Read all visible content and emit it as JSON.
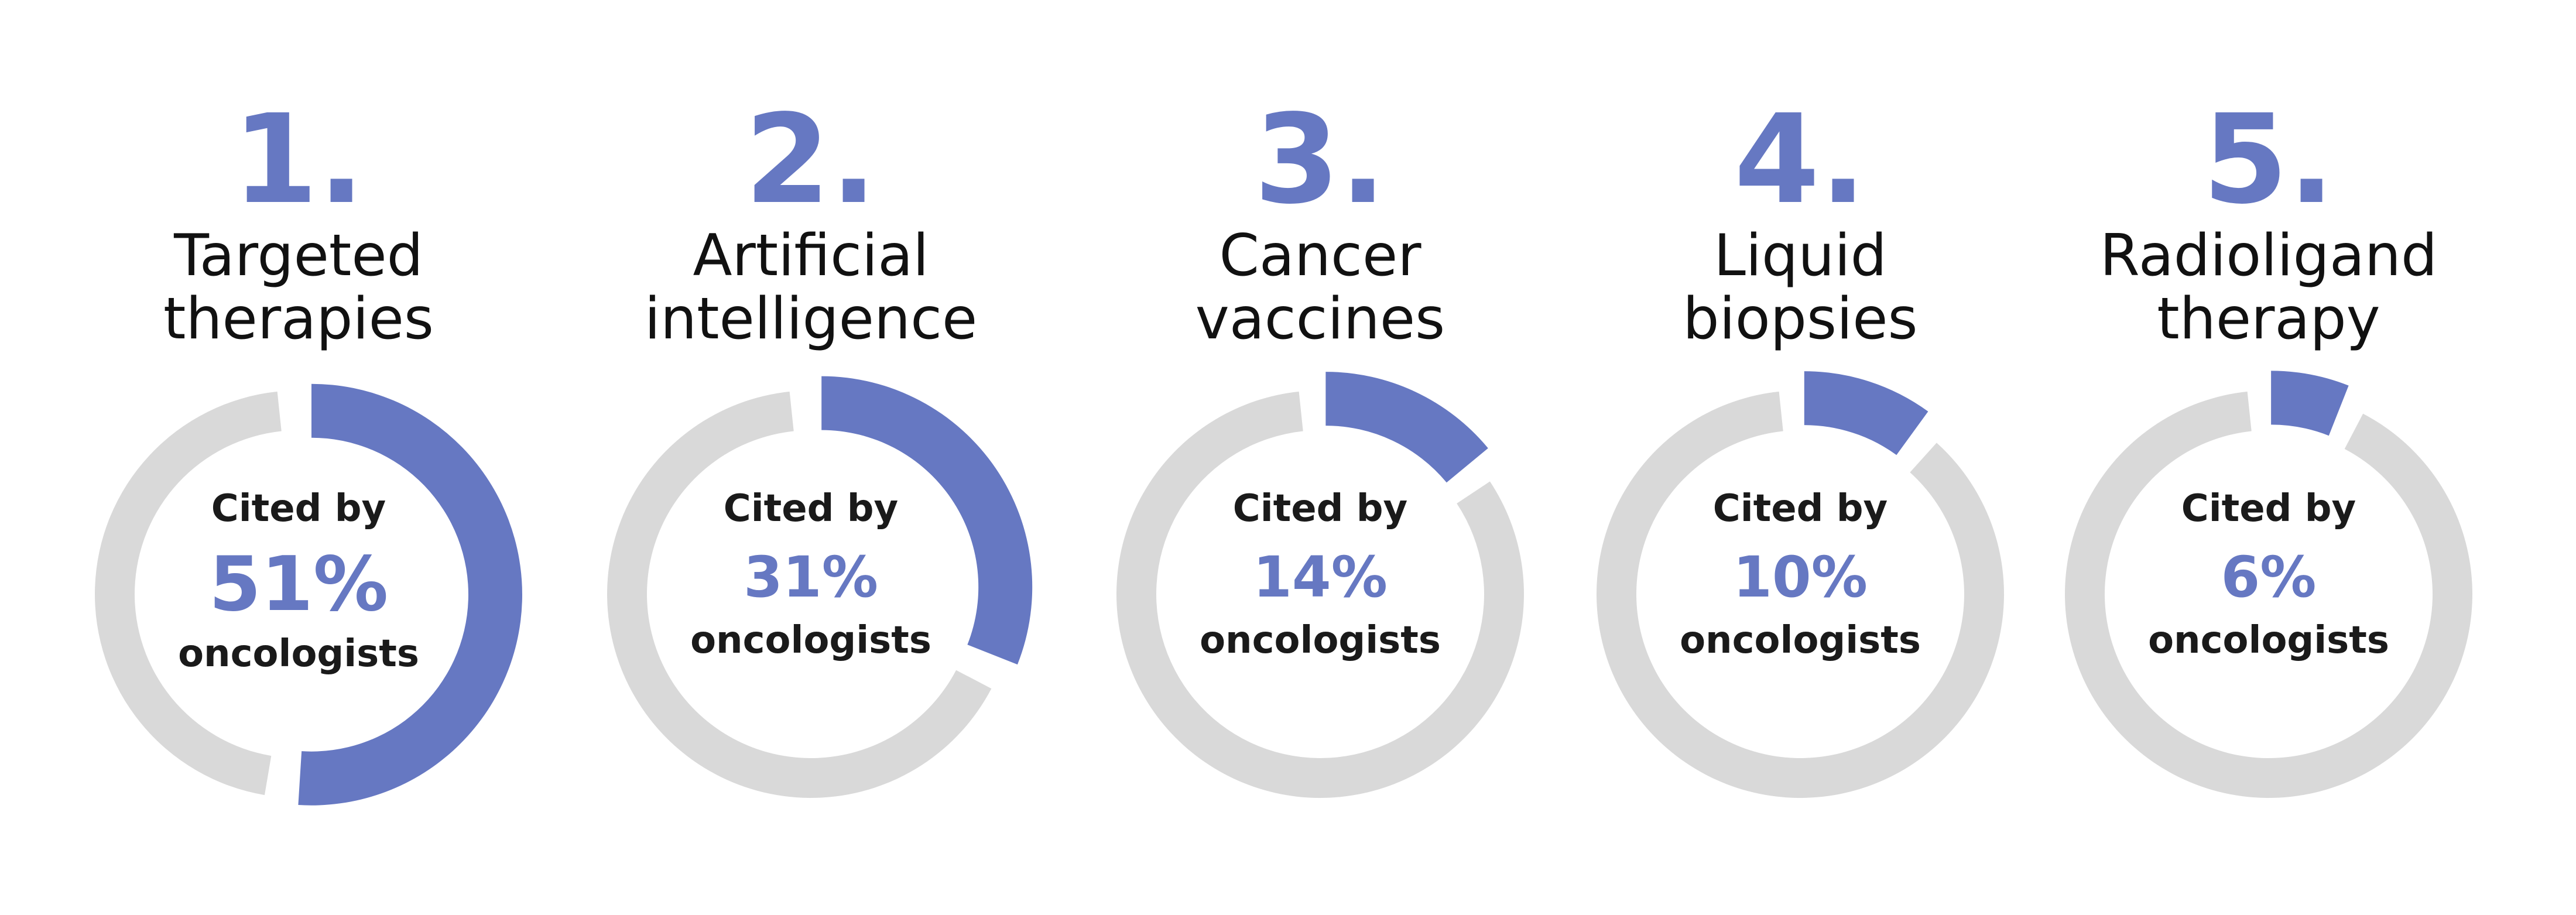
{
  "chart_data": {
    "type": "pie",
    "colors": {
      "highlight": "#6678c2",
      "track": "#d9d9d9",
      "text": "#1a1a1a"
    },
    "items": [
      {
        "rank": "1.",
        "label_lines": [
          "Targeted",
          "therapies"
        ],
        "value": 51,
        "value_label": "51%",
        "line_above": "Cited by",
        "line_below": "oncologists"
      },
      {
        "rank": "2.",
        "label_lines": [
          "Artificial",
          "intelligence"
        ],
        "value": 31,
        "value_label": "31%",
        "line_above": "Cited by",
        "line_below": "oncologists"
      },
      {
        "rank": "3.",
        "label_lines": [
          "Cancer",
          "vaccines"
        ],
        "value": 14,
        "value_label": "14%",
        "line_above": "Cited by",
        "line_below": "oncologists"
      },
      {
        "rank": "4.",
        "label_lines": [
          "Liquid",
          "biopsies"
        ],
        "value": 10,
        "value_label": "10%",
        "line_above": "Cited by",
        "line_below": "oncologists"
      },
      {
        "rank": "5.",
        "label_lines": [
          "Radioligand",
          "therapy"
        ],
        "value": 6,
        "value_label": "6%",
        "line_above": "Cited by",
        "line_below": "oncologists"
      }
    ]
  }
}
